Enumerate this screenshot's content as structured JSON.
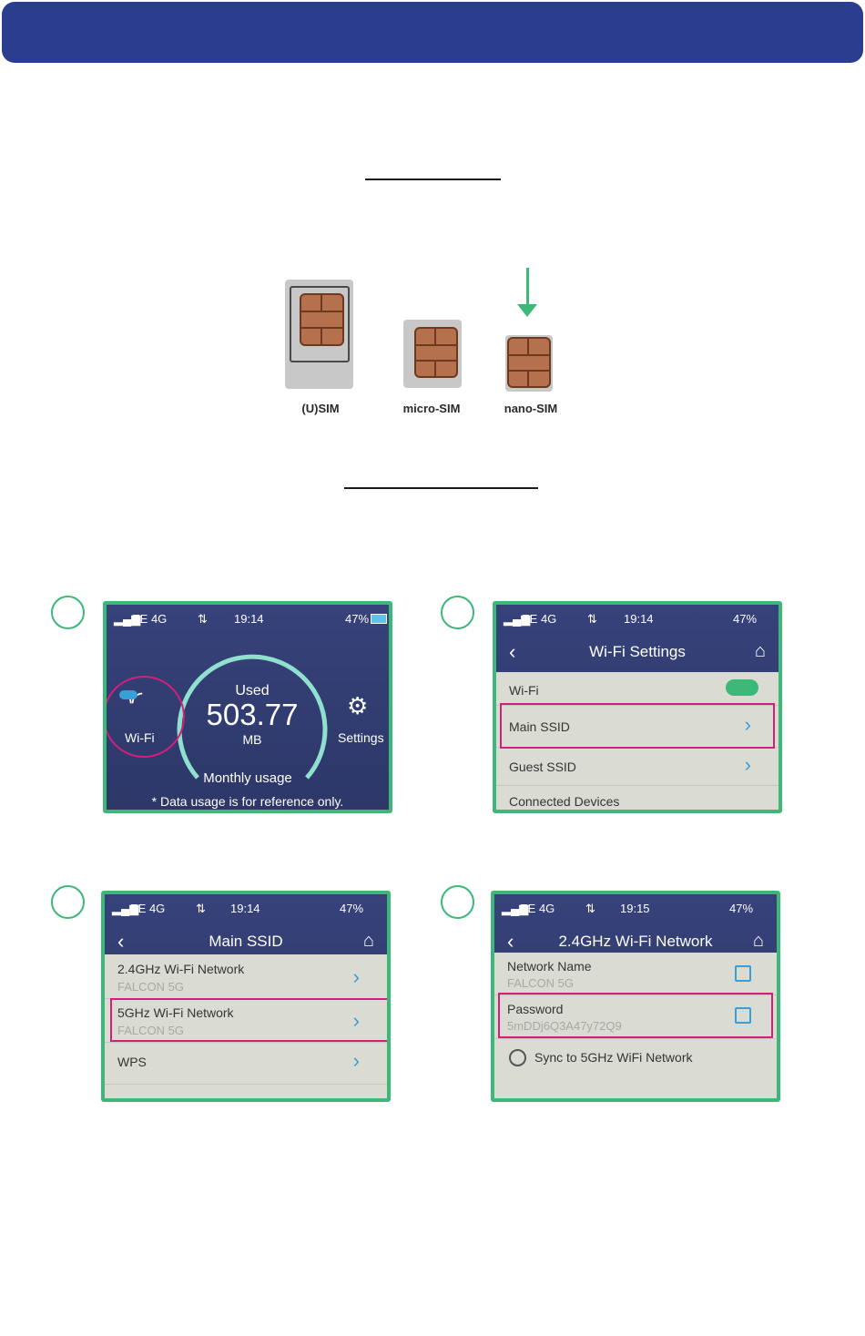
{
  "sim_labels": {
    "usim": "(U)SIM",
    "micro": "micro-SIM",
    "nano": "nano-SIM"
  },
  "screen1": {
    "signal": "EE 4G",
    "time": "19:14",
    "battery": "47%",
    "used_label": "Used",
    "used_value": "503.77",
    "unit": "MB",
    "wifi_label": "Wi-Fi",
    "settings_label": "Settings",
    "monthly": "Monthly usage",
    "note": "* Data usage is for reference only."
  },
  "screen2": {
    "signal": "EE 4G",
    "time": "19:14",
    "battery": "47%",
    "title": "Wi-Fi Settings",
    "rows": [
      "Wi-Fi",
      "Main SSID",
      "Guest SSID",
      "Connected Devices"
    ]
  },
  "screen3": {
    "signal": "EE 4G",
    "time": "19:14",
    "battery": "47%",
    "title": "Main SSID",
    "rows": [
      {
        "label": "2.4GHz Wi-Fi Network",
        "sub": "FALCON 5G"
      },
      {
        "label": "5GHz Wi-Fi Network",
        "sub": "FALCON 5G"
      },
      {
        "label": "WPS",
        "sub": ""
      }
    ]
  },
  "screen4": {
    "signal": "EE 4G",
    "time": "19:15",
    "battery": "47%",
    "title": "2.4GHz Wi-Fi Network",
    "rows": [
      {
        "label": "Network Name",
        "sub": "FALCON 5G"
      },
      {
        "label": "Password",
        "sub": "5mDDj6Q3A47y72Q9"
      }
    ],
    "sync_label": "Sync to 5GHz WiFi Network"
  },
  "colors": {
    "banner": "#2b3d8f",
    "frame_green": "#3cb878",
    "highlight_pink": "#d21f7a",
    "chevron_blue": "#3a9fd6"
  }
}
